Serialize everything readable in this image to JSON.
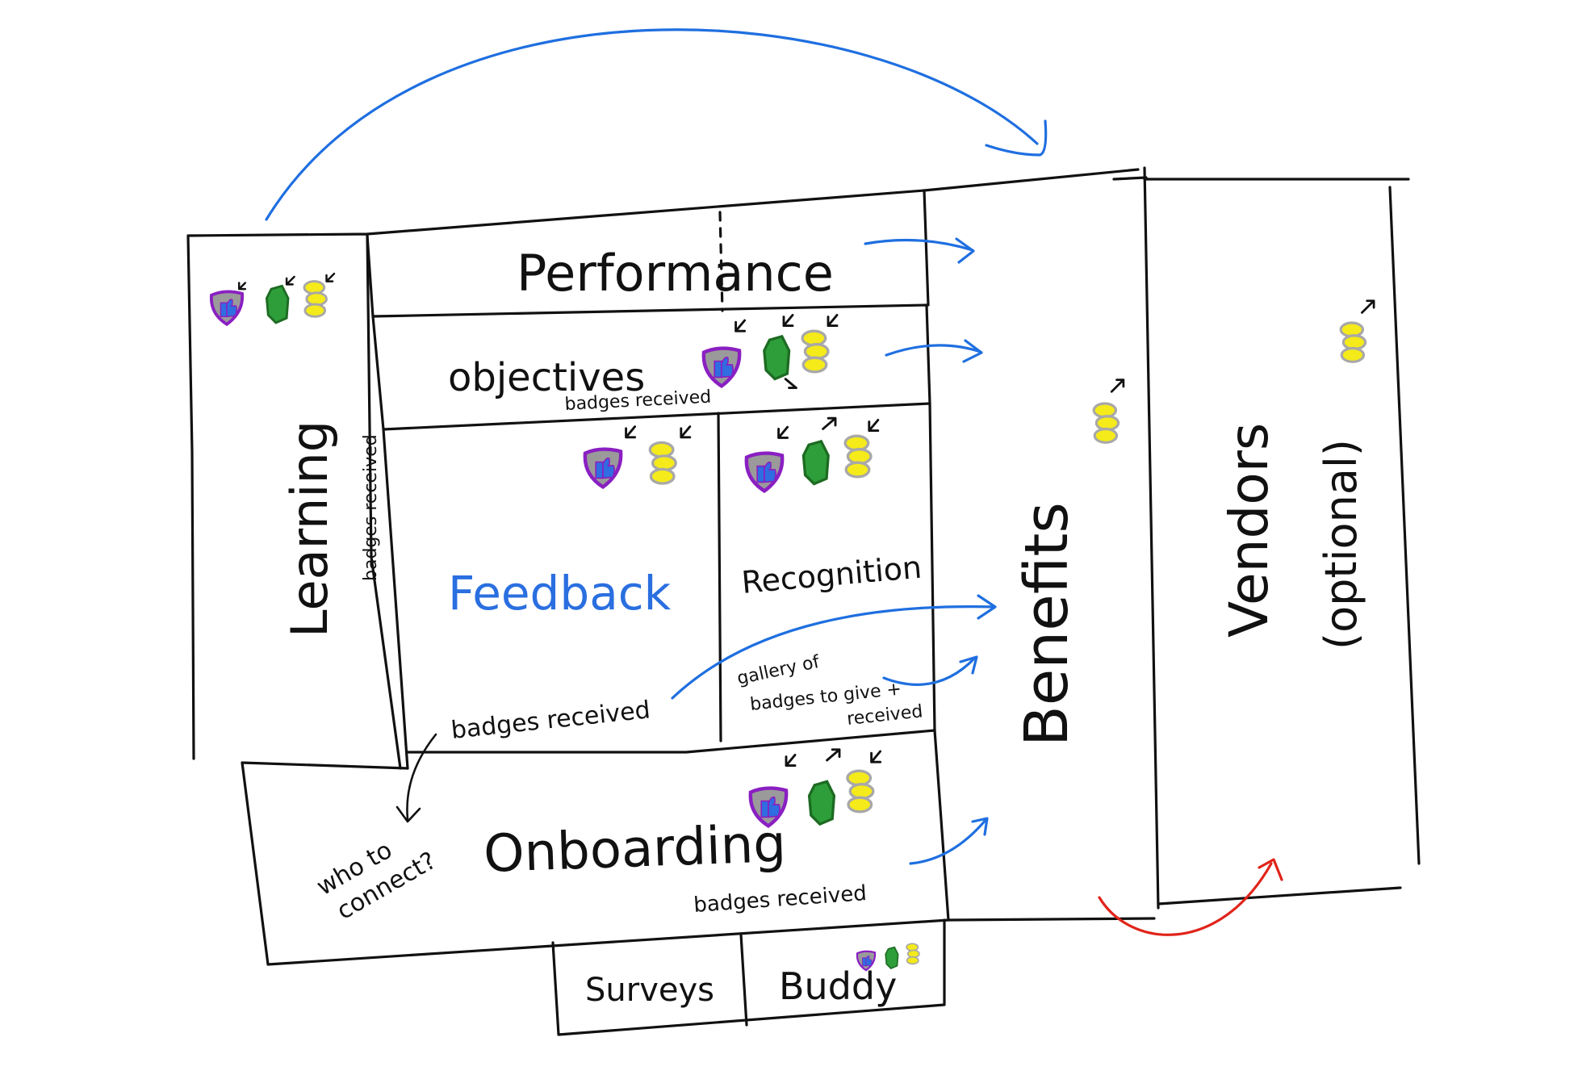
{
  "labels": {
    "performance": "Performance",
    "objectives": "objectives",
    "objectives_badges": "badges received",
    "learning": "Learning",
    "learning_badges": "badges received",
    "feedback": "Feedback",
    "feedback_badges": "badges received",
    "recognition": "Recognition",
    "gallery_line1": "gallery of",
    "gallery_line2": "badges to give +",
    "gallery_line3": "received",
    "onboarding": "Onboarding",
    "onboarding_badges": "badges received",
    "who_to_line1": "who to",
    "who_to_line2": "connect?",
    "surveys": "Surveys",
    "buddy": "Buddy",
    "benefits": "Benefits",
    "vendors": "Vendors",
    "vendors_optional": "(optional)"
  },
  "colors": {
    "ink": "#111111",
    "blue_accent": "#1f6fe0",
    "feedback_text": "#2a6fe0",
    "red_accent": "#e0241a",
    "badge_shield_border": "#8a1fc2",
    "badge_shield_fill": "#9a9a9a",
    "badge_thumb": "#2f6de0",
    "badge_hexagon": "#2e9e3a",
    "badge_hexagon_border": "#1d6b22",
    "badge_coins": "#f5ea1a",
    "badge_coins_border": "#a8a8a8"
  },
  "icons": [
    "shield-thumb-badge-icon",
    "hexagon-badge-icon",
    "coin-stack-icon",
    "arrow-icon"
  ]
}
